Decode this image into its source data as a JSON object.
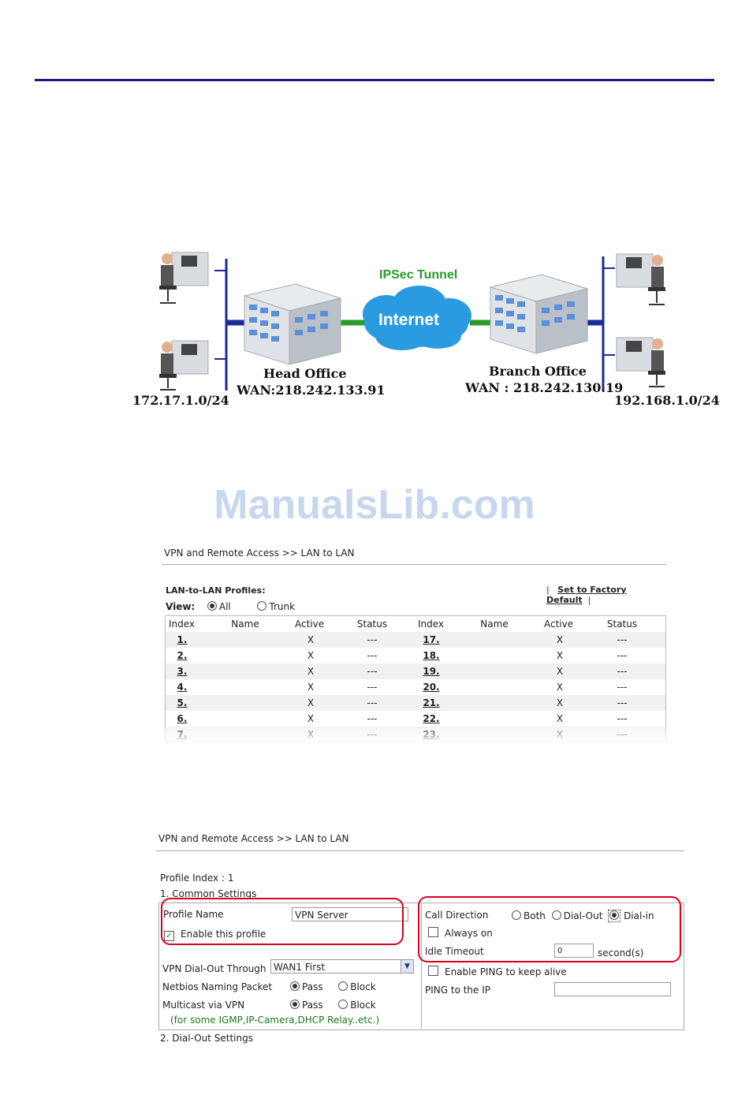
{
  "diagram": {
    "left_subnet": "172.17.1.0/24",
    "right_subnet": "192.168.1.0/24",
    "head_office": "Head Office",
    "head_wan": "WAN:218.242.133.91",
    "branch_office": "Branch Office",
    "branch_wan": "WAN : 218.242.130.19",
    "tunnel": "IPSec Tunnel",
    "internet": "Internet"
  },
  "watermark": "ManualsLib.com",
  "panel1": {
    "breadcrumb": "VPN and Remote Access >> LAN to LAN",
    "profiles_label": "LAN-to-LAN Profiles:",
    "factory_default": "Set to Factory Default",
    "view_label": "View:",
    "view_all": "All",
    "view_trunk": "Trunk",
    "headers": [
      "Index",
      "Name",
      "Active",
      "Status",
      "Index",
      "Name",
      "Active",
      "Status"
    ],
    "rows": [
      {
        "i1": "1.",
        "a1": "X",
        "s1": "---",
        "i2": "17.",
        "a2": "X",
        "s2": "---"
      },
      {
        "i1": "2.",
        "a1": "X",
        "s1": "---",
        "i2": "18.",
        "a2": "X",
        "s2": "---"
      },
      {
        "i1": "3.",
        "a1": "X",
        "s1": "---",
        "i2": "19.",
        "a2": "X",
        "s2": "---"
      },
      {
        "i1": "4.",
        "a1": "X",
        "s1": "---",
        "i2": "20.",
        "a2": "X",
        "s2": "---"
      },
      {
        "i1": "5.",
        "a1": "X",
        "s1": "---",
        "i2": "21.",
        "a2": "X",
        "s2": "---"
      },
      {
        "i1": "6.",
        "a1": "X",
        "s1": "---",
        "i2": "22.",
        "a2": "X",
        "s2": "---"
      },
      {
        "i1": "7.",
        "a1": "X",
        "s1": "---",
        "i2": "23.",
        "a2": "X",
        "s2": "---"
      }
    ]
  },
  "panel2": {
    "breadcrumb": "VPN and Remote Access >> LAN to LAN",
    "profile_index": "Profile Index : 1",
    "common_settings": "1. Common Settings",
    "profile_name_label": "Profile Name",
    "profile_name_value": "VPN Server",
    "enable_profile": "Enable this profile",
    "call_direction": "Call Direction",
    "both": "Both",
    "dial_out": "Dial-Out",
    "dial_in": "Dial-in",
    "always_on": "Always on",
    "idle_timeout": "Idle Timeout",
    "idle_value": "0",
    "seconds": "second(s)",
    "dialout_through": "VPN Dial-Out Through",
    "dialout_value": "WAN1 First",
    "netbios": "Netbios Naming Packet",
    "multicast": "Multicast via VPN",
    "pass": "Pass",
    "block": "Block",
    "note": "(for some IGMP,IP-Camera,DHCP Relay..etc.)",
    "enable_ping": "Enable PING to keep alive",
    "ping_ip": "PING to the IP",
    "dialout_settings": "2. Dial-Out Settings"
  }
}
